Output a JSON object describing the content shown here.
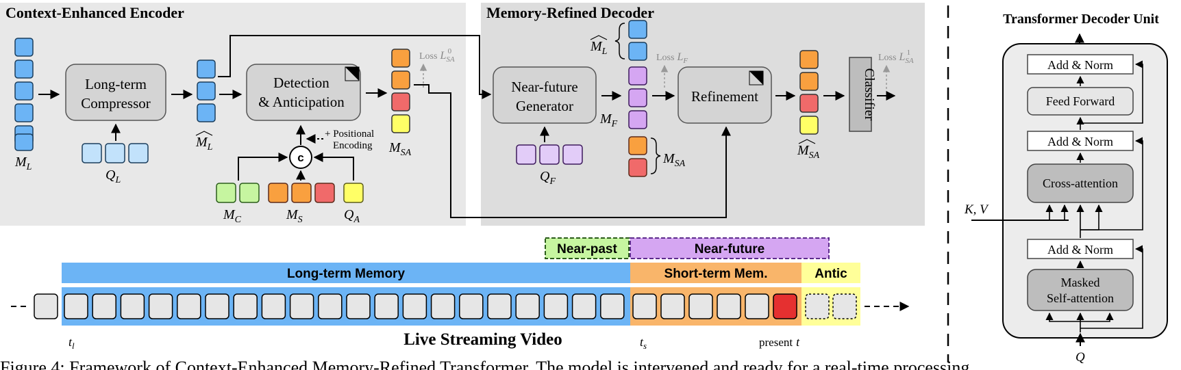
{
  "encoder": {
    "title": "Context-Enhanced Encoder",
    "ml": "M",
    "ml_sub": "L",
    "compressor_line1": "Long-term",
    "compressor_line2": "Compressor",
    "ql": "Q",
    "ql_sub": "L",
    "mlhat": "M",
    "mlhat_sub": "L",
    "det_line1": "Detection",
    "det_line2": "& Anticipation",
    "concat_symbol": "c",
    "posenc_line1": "+ Positional",
    "posenc_line2": "Encoding",
    "mc": "M",
    "mc_sub": "C",
    "ms": "M",
    "ms_sub": "S",
    "qa": "Q",
    "qa_sub": "A",
    "msa": "M",
    "msa_sub": "SA",
    "loss0_prefix": "Loss",
    "loss0_sym": "L",
    "loss0_sub": "SA",
    "loss0_sup": "0"
  },
  "decoder": {
    "title": "Memory-Refined Decoder",
    "generator_line1": "Near-future",
    "generator_line2": "Generator",
    "qf": "Q",
    "qf_sub": "F",
    "mlhat": "M",
    "mlhat_sub": "L",
    "mf": "M",
    "mf_sub": "F",
    "msa": "M",
    "msa_sub": "SA",
    "lossf_prefix": "Loss",
    "lossf_sym": "L",
    "lossf_sub": "F",
    "refinement": "Refinement",
    "msahat": "M",
    "msahat_sub": "SA",
    "classifier": "Classifier",
    "loss1_prefix": "Loss",
    "loss1_sym": "L",
    "loss1_sub": "SA",
    "loss1_sup": "1"
  },
  "timeline": {
    "near_past": "Near-past",
    "near_future": "Near-future",
    "long_term": "Long-term Memory",
    "short_term": "Short-term Mem.",
    "antic": "Antic",
    "caption": "Live Streaming Video",
    "tl": "t",
    "tl_sub": "l",
    "ts": "t",
    "ts_sub": "s",
    "present": "present",
    "present_t": "t"
  },
  "transformer": {
    "title": "Transformer Decoder Unit",
    "add_norm_top": "Add & Norm",
    "feed_forward": "Feed Forward",
    "add_norm_mid": "Add & Norm",
    "cross_attention": "Cross-attention",
    "kv": "K, V",
    "add_norm_bot": "Add & Norm",
    "masked_line1": "Masked",
    "masked_line2": "Self-attention",
    "q": "Q"
  },
  "caption_partial": "Figure 4: Framework of Context-Enhanced Memory-Refined Transformer. The model is intervened and ready for a real-time processing",
  "colors": {
    "blue": "#6cb4f5",
    "light_blue": "#c2e2fb",
    "green": "#c6f5a0",
    "orange": "#f9a03f",
    "red": "#f06a6a",
    "yellow": "#ffff66",
    "purple": "#d5a6f2",
    "light_purple": "#e2ccf8",
    "panel": "#e6e6e6"
  }
}
